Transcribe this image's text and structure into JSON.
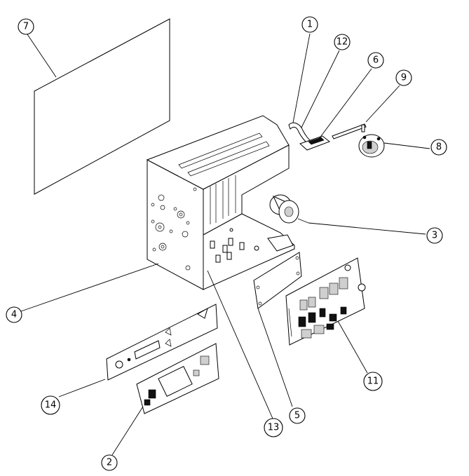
{
  "balloons": [
    {
      "id": "balloon-1",
      "label": "1"
    },
    {
      "id": "balloon-2",
      "label": "2"
    },
    {
      "id": "balloon-3",
      "label": "3"
    },
    {
      "id": "balloon-4",
      "label": "4"
    },
    {
      "id": "balloon-5",
      "label": "5"
    },
    {
      "id": "balloon-6",
      "label": "6"
    },
    {
      "id": "balloon-7",
      "label": "7"
    },
    {
      "id": "balloon-8",
      "label": "8"
    },
    {
      "id": "balloon-9",
      "label": "9"
    },
    {
      "id": "balloon-11",
      "label": "11"
    },
    {
      "id": "balloon-12",
      "label": "12"
    },
    {
      "id": "balloon-13",
      "label": "13"
    },
    {
      "id": "balloon-14",
      "label": "14"
    }
  ]
}
